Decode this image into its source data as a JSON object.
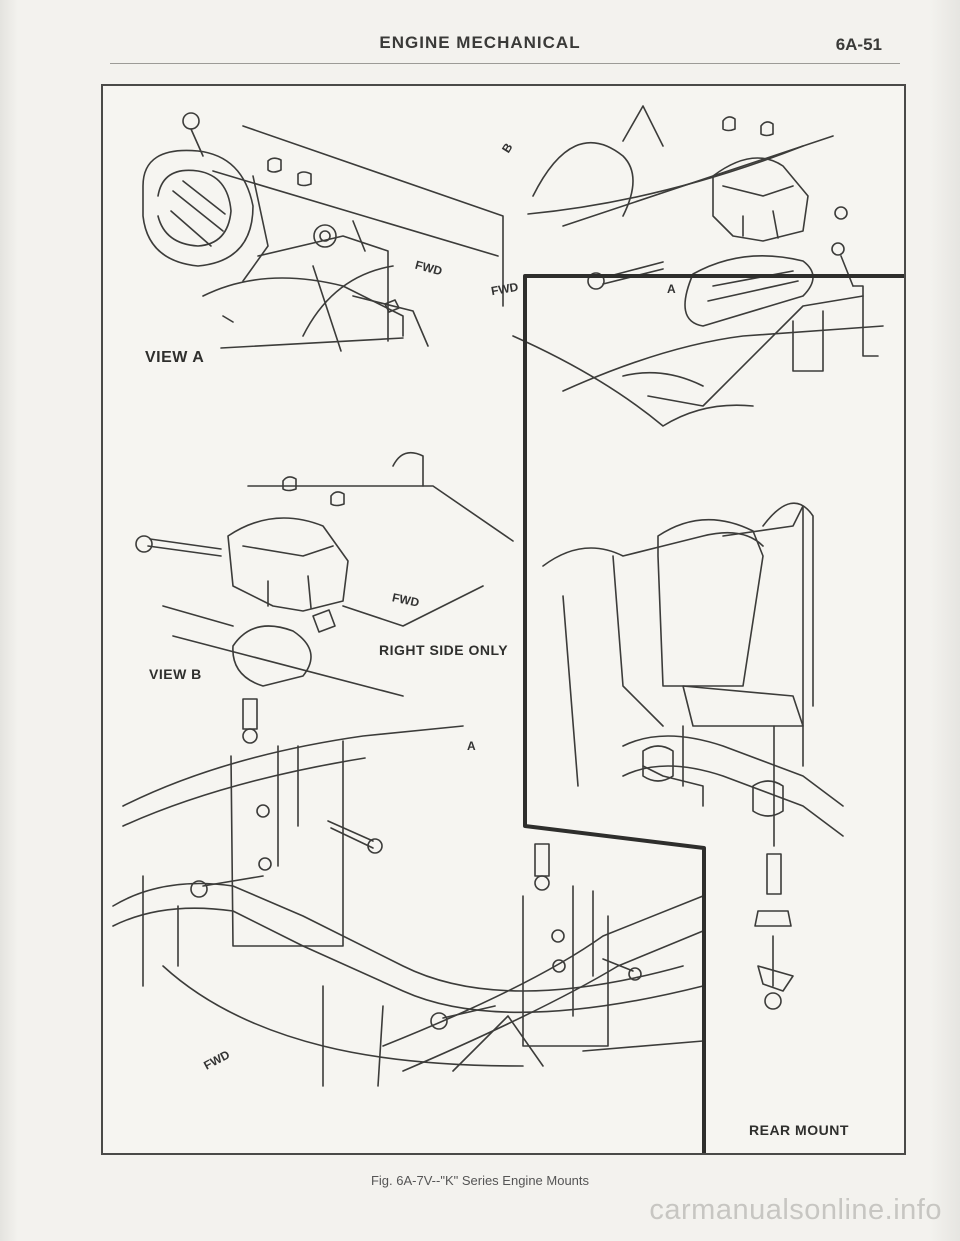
{
  "header": {
    "title": "ENGINE MECHANICAL",
    "page_number": "6A-51"
  },
  "figure": {
    "labels": {
      "view_a": "VIEW A",
      "view_b": "VIEW B",
      "right_side_only": "RIGHT SIDE ONLY",
      "rear_mount": "REAR MOUNT",
      "fwd_1": "FWD",
      "fwd_2": "FWD",
      "fwd_3": "FWD",
      "fwd_4": "FWD",
      "a_1": "A",
      "a_2": "A",
      "b_1": "B"
    },
    "caption": "Fig. 6A-7V--\"K\" Series Engine Mounts"
  },
  "watermark": "carmanualsonline.info"
}
